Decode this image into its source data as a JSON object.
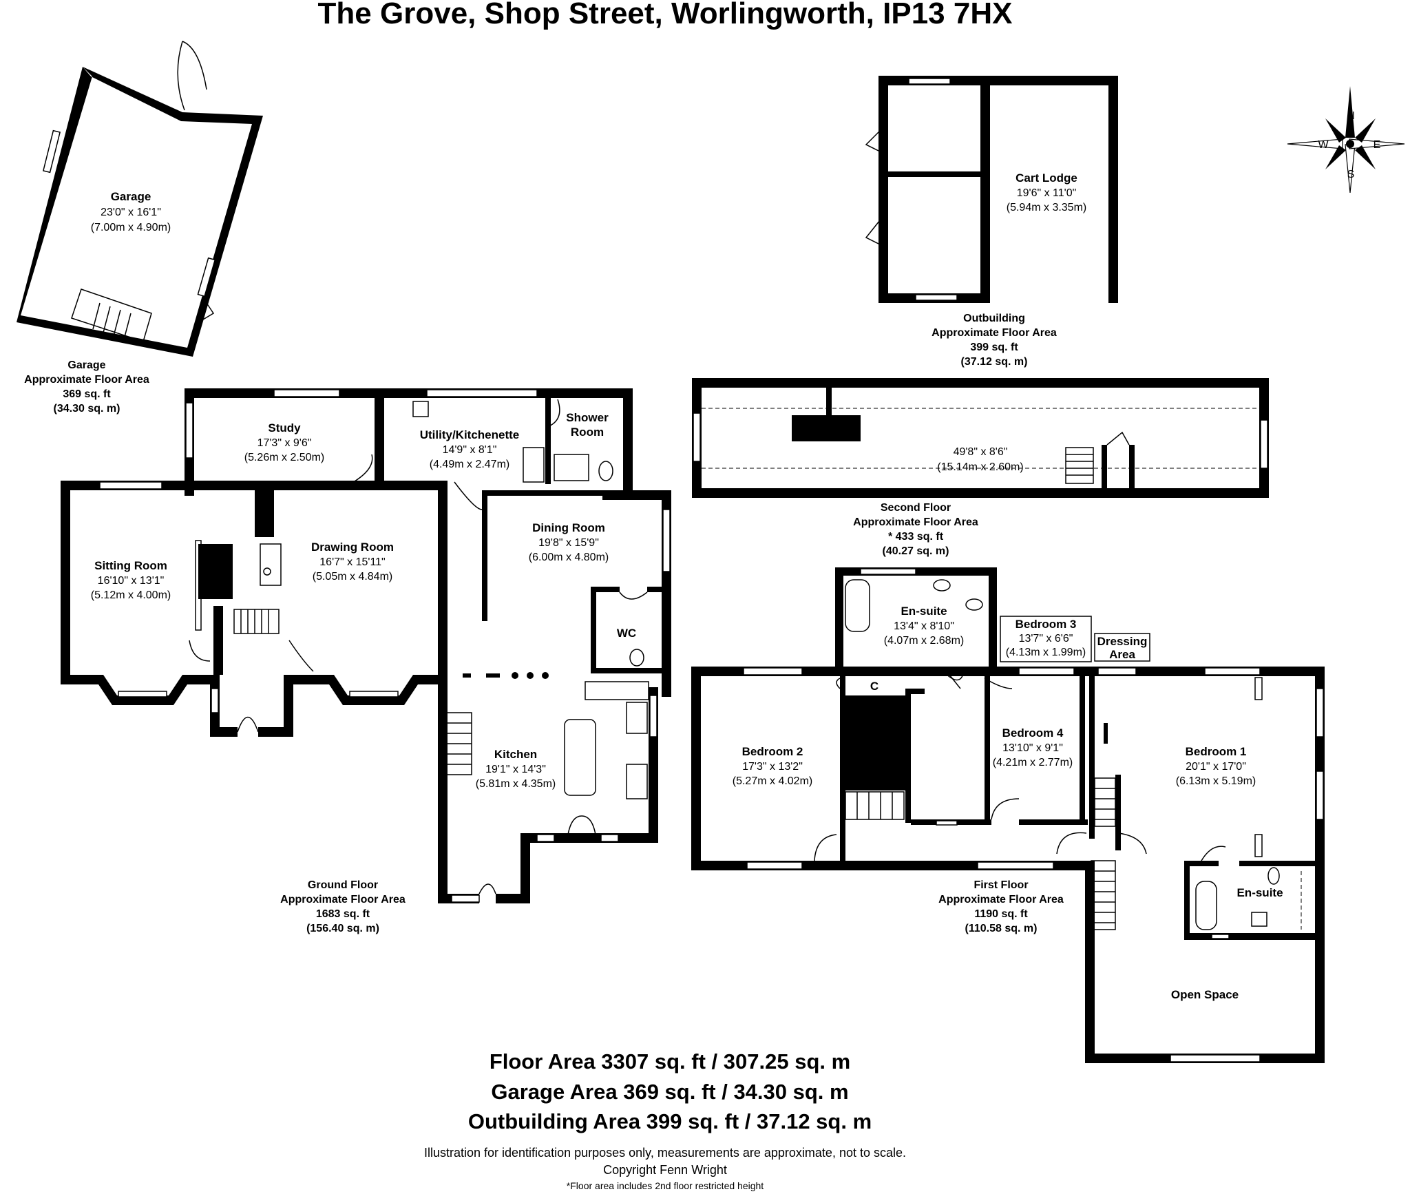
{
  "title": "The Grove, Shop Street, Worlingworth, IP13 7HX",
  "rooms": {
    "garage": {
      "name": "Garage",
      "imperial": "23'0\" x 16'1\"",
      "metric": "(7.00m x 4.90m)"
    },
    "cart_lodge": {
      "name": "Cart Lodge",
      "imperial": "19'6\" x 11'0\"",
      "metric": "(5.94m x 3.35m)"
    },
    "second_floor_room": {
      "imperial": "49'8\" x 8'6\"",
      "metric": "(15.14m x 2.60m)"
    },
    "study": {
      "name": "Study",
      "imperial": "17'3\" x 9'6\"",
      "metric": "(5.26m x 2.50m)"
    },
    "utility": {
      "name": "Utility/Kitchenette",
      "imperial": "14'9\" x 8'1\"",
      "metric": "(4.49m x 2.47m)"
    },
    "shower_room": {
      "line1": "Shower",
      "line2": "Room"
    },
    "sitting_room": {
      "name": "Sitting Room",
      "imperial": "16'10\" x 13'1\"",
      "metric": "(5.12m x 4.00m)"
    },
    "drawing_room": {
      "name": "Drawing Room",
      "imperial": "16'7\" x 15'11\"",
      "metric": "(5.05m x 4.84m)"
    },
    "dining_room": {
      "name": "Dining Room",
      "imperial": "19'8\" x 15'9\"",
      "metric": "(6.00m x 4.80m)"
    },
    "wc": {
      "name": "WC"
    },
    "kitchen": {
      "name": "Kitchen",
      "imperial": "19'1\" x 14'3\"",
      "metric": "(5.81m x 4.35m)"
    },
    "ensuite_top": {
      "name": "En-suite",
      "imperial": "13'4\" x 8'10\"",
      "metric": "(4.07m x 2.68m)"
    },
    "bedroom3": {
      "name": "Bedroom 3",
      "imperial": "13'7\" x 6'6\"",
      "metric": "(4.13m x 1.99m)"
    },
    "dressing": {
      "line1": "Dressing",
      "line2": "Area"
    },
    "bedroom2": {
      "name": "Bedroom 2",
      "imperial": "17'3\" x 13'2\"",
      "metric": "(5.27m x 4.02m)"
    },
    "cupboard": {
      "name": "C"
    },
    "bedroom4": {
      "name": "Bedroom 4",
      "imperial": "13'10\" x 9'1\"",
      "metric": "(4.21m x 2.77m)"
    },
    "bedroom1": {
      "name": "Bedroom 1",
      "imperial": "20'1\" x 17'0\"",
      "metric": "(6.13m x 5.19m)"
    },
    "ensuite_b1": {
      "name": "En-suite"
    },
    "open_space": {
      "name": "Open Space"
    }
  },
  "floor_areas": {
    "garage": {
      "name": "Garage",
      "label": "Approximate Floor Area",
      "sqft": "369 sq. ft",
      "sqm": "(34.30 sq. m)"
    },
    "outbuilding": {
      "name": "Outbuilding",
      "label": "Approximate Floor Area",
      "sqft": "399 sq. ft",
      "sqm": "(37.12 sq. m)"
    },
    "second_floor": {
      "name": "Second Floor",
      "label": "Approximate Floor Area",
      "sqft": "* 433 sq. ft",
      "sqm": "(40.27 sq. m)"
    },
    "ground_floor": {
      "name": "Ground Floor",
      "label": "Approximate Floor Area",
      "sqft": "1683 sq. ft",
      "sqm": "(156.40 sq. m)"
    },
    "first_floor": {
      "name": "First Floor",
      "label": "Approximate Floor Area",
      "sqft": "1190 sq. ft",
      "sqm": "(110.58 sq. m)"
    }
  },
  "summary": {
    "floor": "Floor Area 3307 sq. ft / 307.25 sq. m",
    "garage": "Garage Area 369 sq. ft / 34.30 sq. m",
    "outbuilding": "Outbuilding Area 399 sq. ft / 37.12 sq. m"
  },
  "footer": {
    "disclaimer": "Illustration for identification purposes only, measurements are approximate, not to scale.",
    "copyright": "Copyright Fenn Wright",
    "note": "*Floor area includes 2nd floor restricted height"
  },
  "compass": {
    "n": "N",
    "e": "E",
    "s": "S",
    "w": "W"
  },
  "colors": {
    "walls": "#000000",
    "background": "#ffffff"
  }
}
